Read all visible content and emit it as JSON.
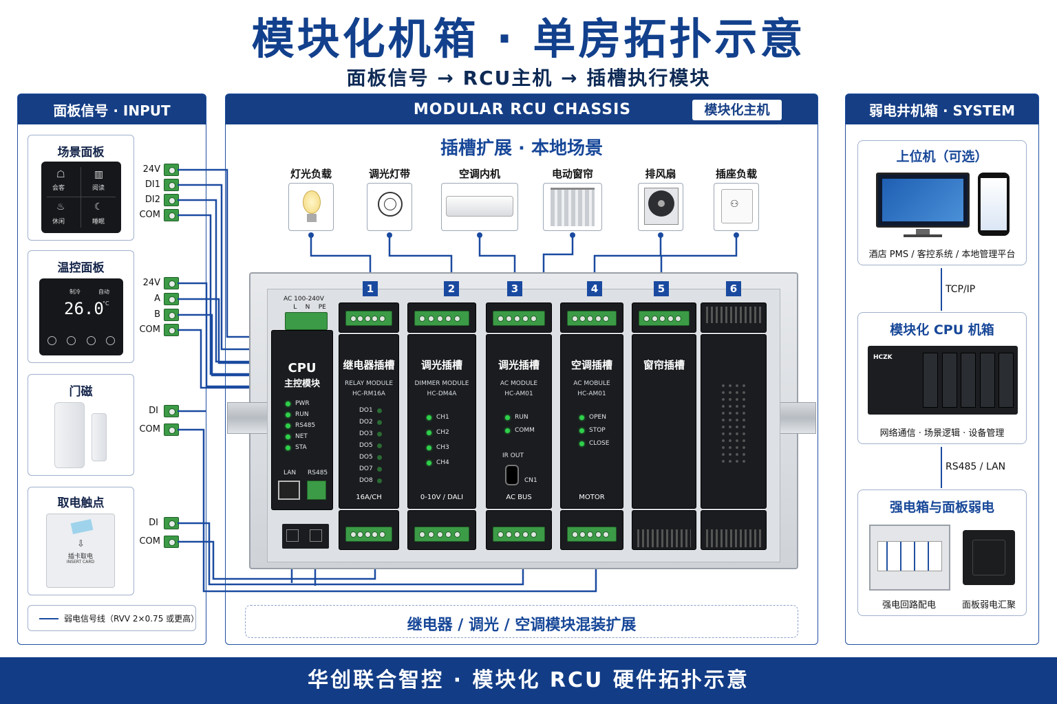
{
  "header": {
    "title": "模块化机箱 · 单房拓扑示意",
    "subtitle": "面板信号 → RCU主机 → 插槽执行模块"
  },
  "input_panel": {
    "title": "面板信号 · INPUT",
    "scene_panel": {
      "title": "场景面板",
      "buttons": [
        "会客",
        "阅读",
        "休闲",
        "睡眠"
      ],
      "terminals": [
        "24V",
        "DI1",
        "DI2",
        "COM"
      ]
    },
    "thermo_panel": {
      "title": "温控面板",
      "display_temp": "26.0",
      "display_unit": "°C",
      "top_left": "制冷",
      "top_right": "自动",
      "terminals": [
        "24V",
        "A",
        "B",
        "COM"
      ]
    },
    "door_sensor": {
      "title": "门磁",
      "terminals": [
        "DI",
        "COM"
      ]
    },
    "card_switch": {
      "title": "取电触点",
      "device_text": "插卡取电",
      "device_text_en": "INSERT CARD",
      "terminals": [
        "DI",
        "COM"
      ]
    },
    "legend": "弱电信号线（RVV 2×0.75 或更高）"
  },
  "chassis": {
    "header": "MODULAR RCU CHASSIS",
    "badge": "模块化主机",
    "section_title": "插槽扩展 · 本地场景",
    "devices": [
      {
        "label": "灯光负载",
        "icon": "bulb-icon"
      },
      {
        "label": "调光灯带",
        "icon": "led-strip-icon"
      },
      {
        "label": "空调内机",
        "icon": "air-conditioner-icon"
      },
      {
        "label": "电动窗帘",
        "icon": "curtain-icon"
      },
      {
        "label": "排风扇",
        "icon": "fan-icon"
      },
      {
        "label": "插座负载",
        "icon": "socket-icon"
      }
    ],
    "slot_numbers": [
      "1",
      "2",
      "3",
      "4",
      "5",
      "6"
    ],
    "power": {
      "label": "AC 100-240V",
      "pins": [
        "L",
        "N",
        "PE"
      ]
    },
    "cpu": {
      "title": "CPU",
      "subtitle": "主控模块",
      "leds": [
        "PWR",
        "RUN",
        "RS485",
        "NET",
        "STA"
      ],
      "ports": [
        "LAN",
        "RS485"
      ]
    },
    "modules": [
      {
        "title": "继电器插槽",
        "model": "RELAY MODULE",
        "code": "HC-RM16A",
        "channels": [
          "DO1",
          "DO2",
          "DO3",
          "DO5",
          "DO5",
          "DO7",
          "DO8"
        ],
        "footer": "16A/CH"
      },
      {
        "title": "调光插槽",
        "model": "DIMMER MODULE",
        "code": "HC-DM4A",
        "channels": [
          "CH1",
          "CH2",
          "CH3",
          "CH4"
        ],
        "footer": "0-10V / DALI"
      },
      {
        "title": "调光插槽",
        "model": "AC MODULE",
        "code": "HC-AM01",
        "channels": [
          "RUN",
          "COMM"
        ],
        "ir": "IR OUT",
        "cn": "CN1",
        "footer": "AC BUS"
      },
      {
        "title": "空调插槽",
        "model": "AC MOBULE",
        "code": "HC-AM01",
        "channels": [
          "OPEN",
          "STOP",
          "CLOSE"
        ],
        "footer": "MOTOR"
      },
      {
        "title": "窗帘插槽"
      }
    ],
    "bottom_banner": "继电器 / 调光 / 空调模块混装扩展"
  },
  "system_panel": {
    "title": "弱电井机箱 · SYSTEM",
    "host": {
      "title": "上位机（可选）",
      "caption": "酒店 PMS / 客控系统 / 本地管理平台"
    },
    "link1": "TCP/IP",
    "cpu_chassis": {
      "title": "模块化 CPU 机箱",
      "brand": "HCZK",
      "caption": "网络通信 · 场景逻辑 · 设备管理"
    },
    "link2": "RS485 / LAN",
    "power_box": {
      "title": "强电箱与面板弱电",
      "left_caption": "强电回路配电",
      "right_caption": "面板弱电汇聚"
    }
  },
  "footer": "华创联合智控 · 模块化 RCU 硬件拓扑示意",
  "colors": {
    "brand_blue": "#153e85",
    "wire_blue": "#1a4aa0",
    "terminal_green": "#3c9b46",
    "module_black": "#1a1c1f"
  }
}
